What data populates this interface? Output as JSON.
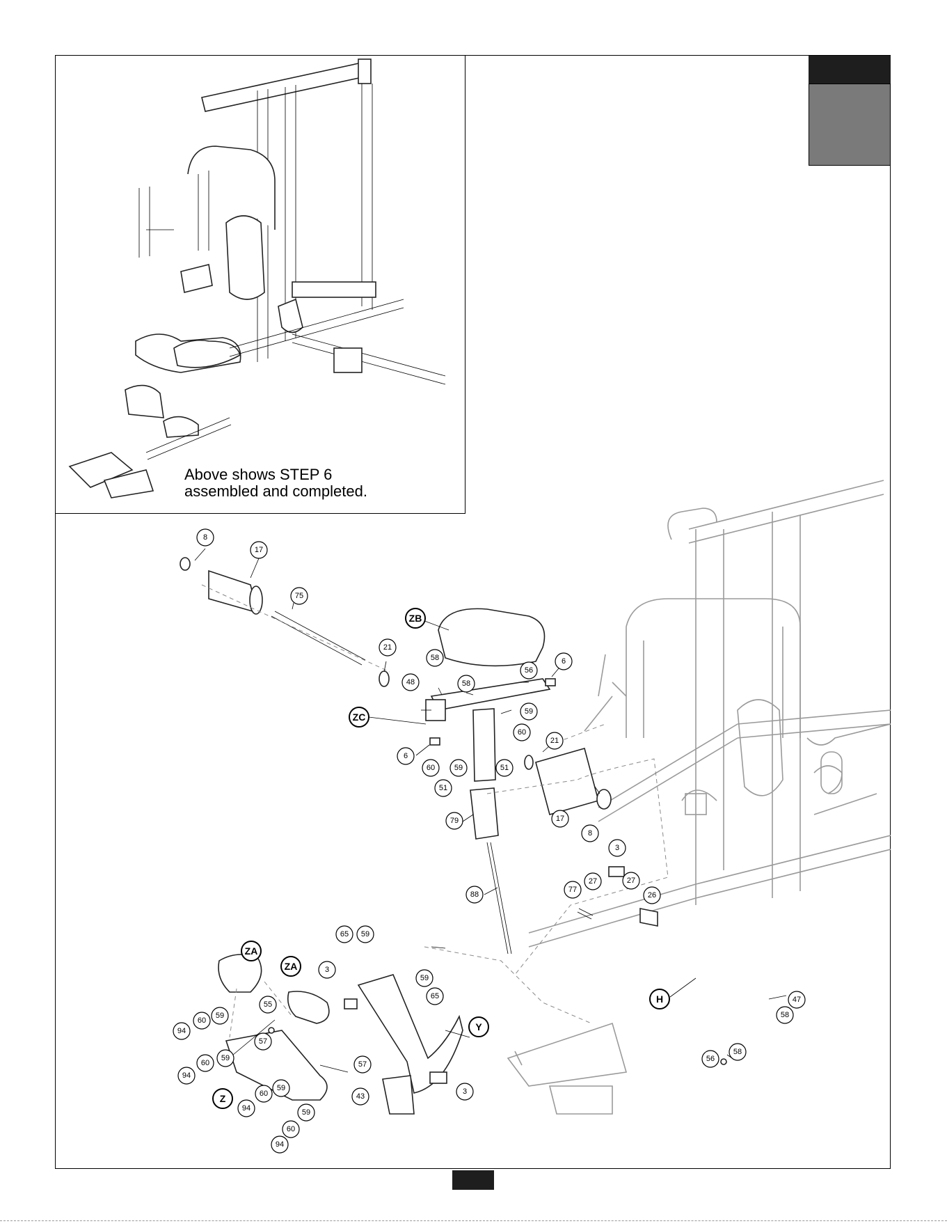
{
  "inset": {
    "caption": "Above shows STEP 6\nassembled and completed."
  },
  "callouts": [
    {
      "label": "8"
    },
    {
      "label": "17"
    },
    {
      "label": "75"
    },
    {
      "label": "ZB"
    },
    {
      "label": "21"
    },
    {
      "label": "58"
    },
    {
      "label": "48"
    },
    {
      "label": "58"
    },
    {
      "label": "56"
    },
    {
      "label": "6"
    },
    {
      "label": "ZC"
    },
    {
      "label": "59"
    },
    {
      "label": "60"
    },
    {
      "label": "6"
    },
    {
      "label": "60"
    },
    {
      "label": "59"
    },
    {
      "label": "51"
    },
    {
      "label": "51"
    },
    {
      "label": "21"
    },
    {
      "label": "17"
    },
    {
      "label": "8"
    },
    {
      "label": "79"
    },
    {
      "label": "88"
    },
    {
      "label": "3"
    },
    {
      "label": "27"
    },
    {
      "label": "27"
    },
    {
      "label": "77"
    },
    {
      "label": "26"
    },
    {
      "label": "H"
    },
    {
      "label": "47"
    },
    {
      "label": "58"
    },
    {
      "label": "56"
    },
    {
      "label": "58"
    },
    {
      "label": "65"
    },
    {
      "label": "59"
    },
    {
      "label": "ZA"
    },
    {
      "label": "ZA"
    },
    {
      "label": "3"
    },
    {
      "label": "59"
    },
    {
      "label": "65"
    },
    {
      "label": "Y"
    },
    {
      "label": "55"
    },
    {
      "label": "60"
    },
    {
      "label": "59"
    },
    {
      "label": "94"
    },
    {
      "label": "57"
    },
    {
      "label": "57"
    },
    {
      "label": "60"
    },
    {
      "label": "59"
    },
    {
      "label": "94"
    },
    {
      "label": "Z"
    },
    {
      "label": "43"
    },
    {
      "label": "3"
    },
    {
      "label": "60"
    },
    {
      "label": "59"
    },
    {
      "label": "94"
    },
    {
      "label": "59"
    },
    {
      "label": "60"
    },
    {
      "label": "94"
    }
  ],
  "colors": {
    "tab_dark": "#1e1e1e",
    "tab_grey": "#7a7a7a",
    "line": "#000000"
  }
}
